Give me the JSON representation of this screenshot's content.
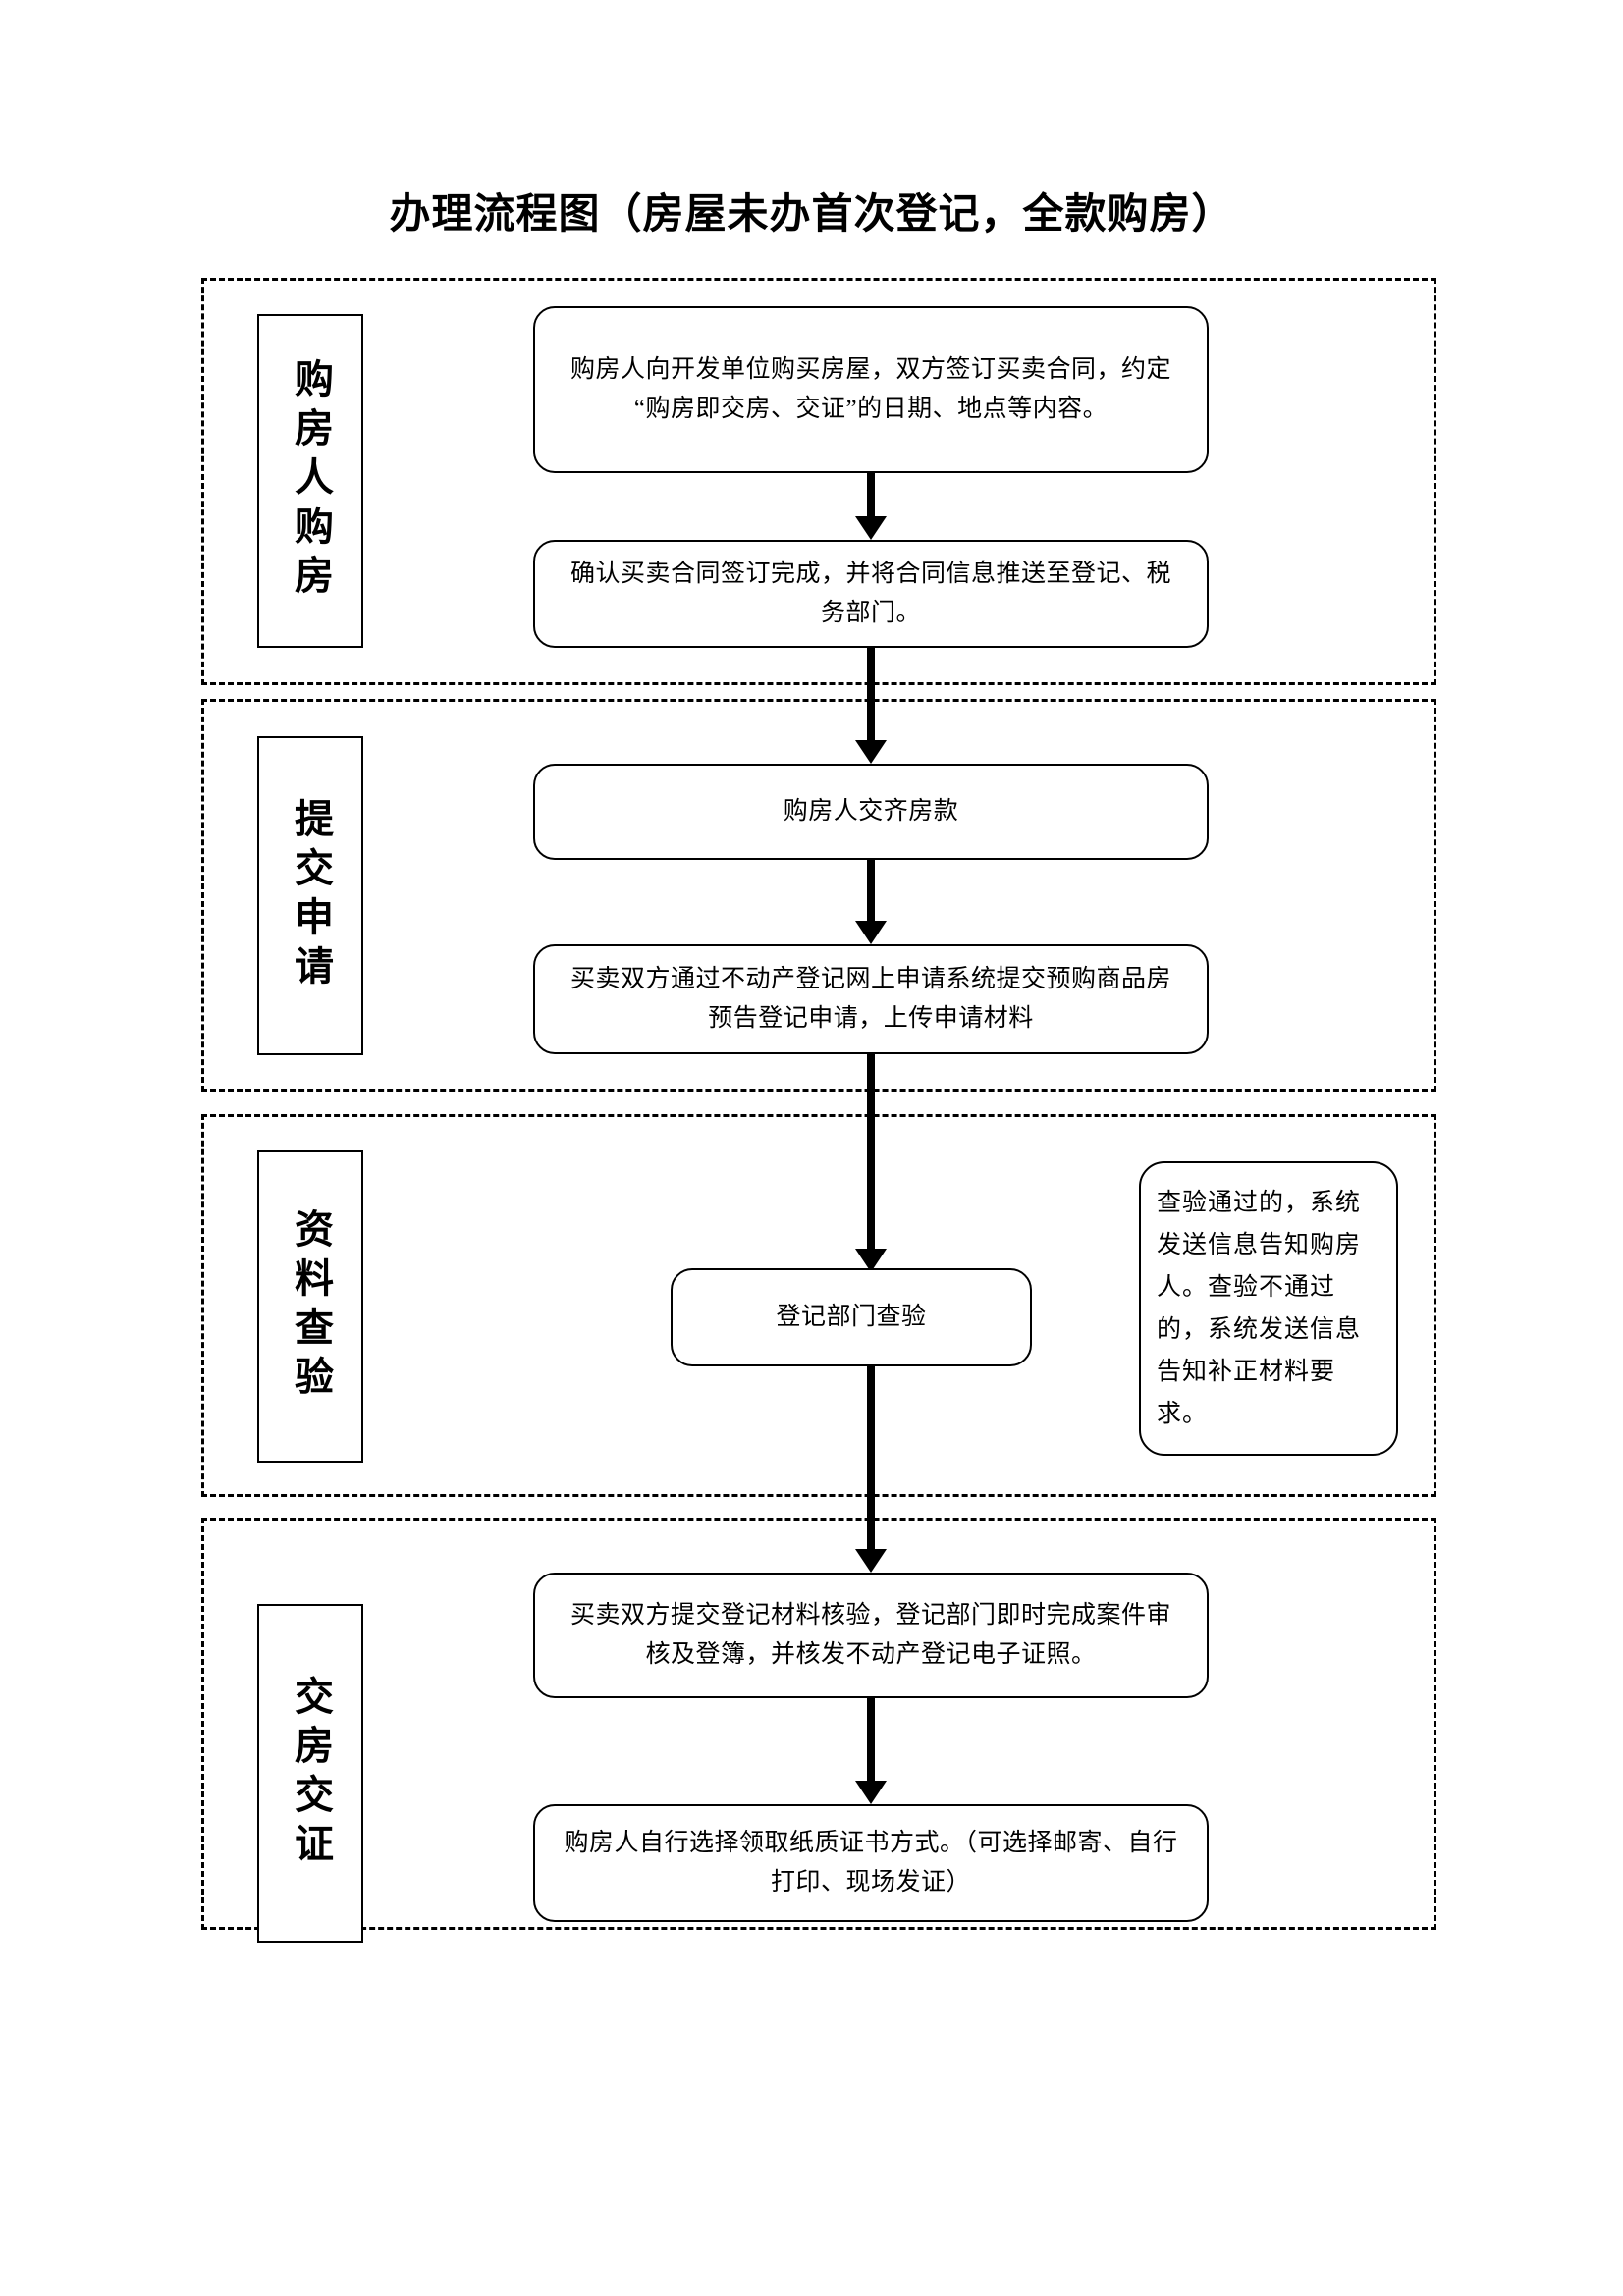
{
  "document": {
    "title": "办理流程图（房屋未办首次登记，全款购房）"
  },
  "stages": [
    {
      "id": "stage-1",
      "label": "购房人购房",
      "boxes": [
        {
          "id": "box-1",
          "text": "购房人向开发单位购买房屋，双方签订买卖合同，约定“购房即交房、交证”的日期、地点等内容。"
        },
        {
          "id": "box-2",
          "text": "确认买卖合同签订完成，并将合同信息推送至登记、税务部门。"
        }
      ]
    },
    {
      "id": "stage-2",
      "label": "提交申请",
      "boxes": [
        {
          "id": "box-3",
          "text": "购房人交齐房款"
        },
        {
          "id": "box-4",
          "text": "买卖双方通过不动产登记网上申请系统提交预购商品房预告登记申请，上传申请材料"
        }
      ]
    },
    {
      "id": "stage-3",
      "label": "资料查验",
      "boxes": [
        {
          "id": "box-5",
          "text": "登记部门查验"
        }
      ],
      "note": {
        "id": "note-1",
        "text": "查验通过的，系统发送信息告知购房人。查验不通过的，系统发送信息告知补正材料要求。"
      }
    },
    {
      "id": "stage-4",
      "label": "交房交证",
      "boxes": [
        {
          "id": "box-6",
          "text": "买卖双方提交登记材料核验，登记部门即时完成案件审核及登簿，并核发不动产登记电子证照。"
        },
        {
          "id": "box-7",
          "text": "购房人自行选择领取纸质证书方式。（可选择邮寄、自行打印、现场发证）"
        }
      ]
    }
  ],
  "colors": {
    "ink": "#000000",
    "paper": "#ffffff"
  }
}
